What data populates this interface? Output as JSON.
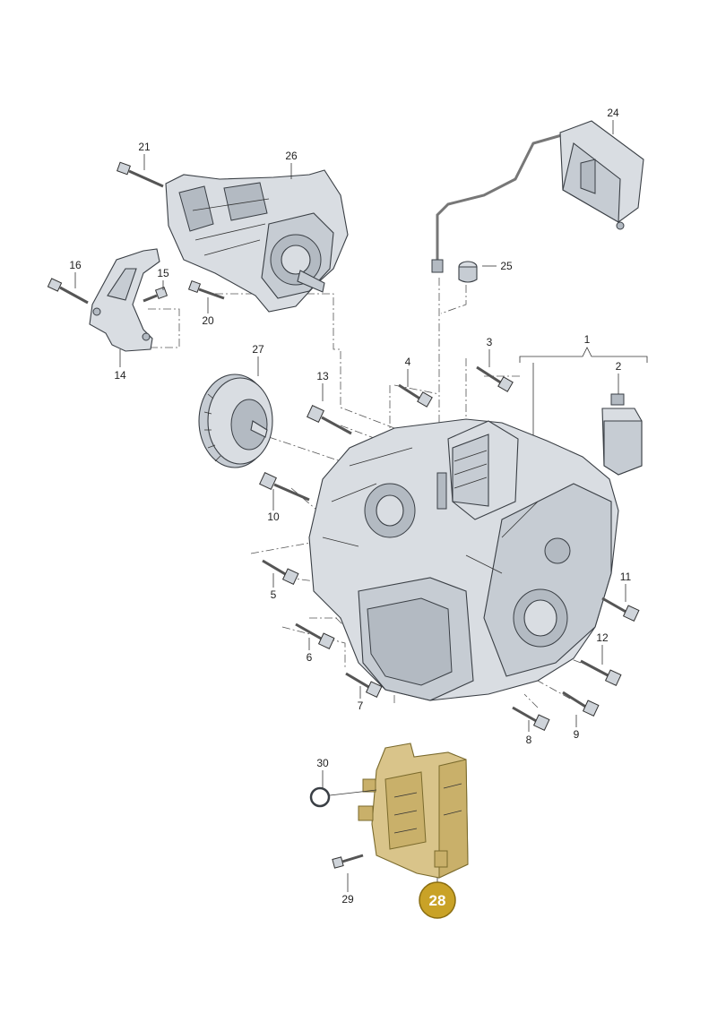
{
  "callouts": {
    "p1": "1",
    "p2": "2",
    "p3": "3",
    "p4": "4",
    "p5": "5",
    "p6": "6",
    "p7": "7",
    "p8": "8",
    "p9": "9",
    "p10": "10",
    "p11": "11",
    "p12": "12",
    "p13": "13",
    "p14": "14",
    "p15": "15",
    "p16": "16",
    "p20": "20",
    "p21": "21",
    "p24": "24",
    "p25": "25",
    "p26": "26",
    "p27": "27",
    "p28": "28",
    "p29": "29",
    "p30": "30"
  },
  "highlight": {
    "part": "28",
    "color": "#c9a227"
  }
}
